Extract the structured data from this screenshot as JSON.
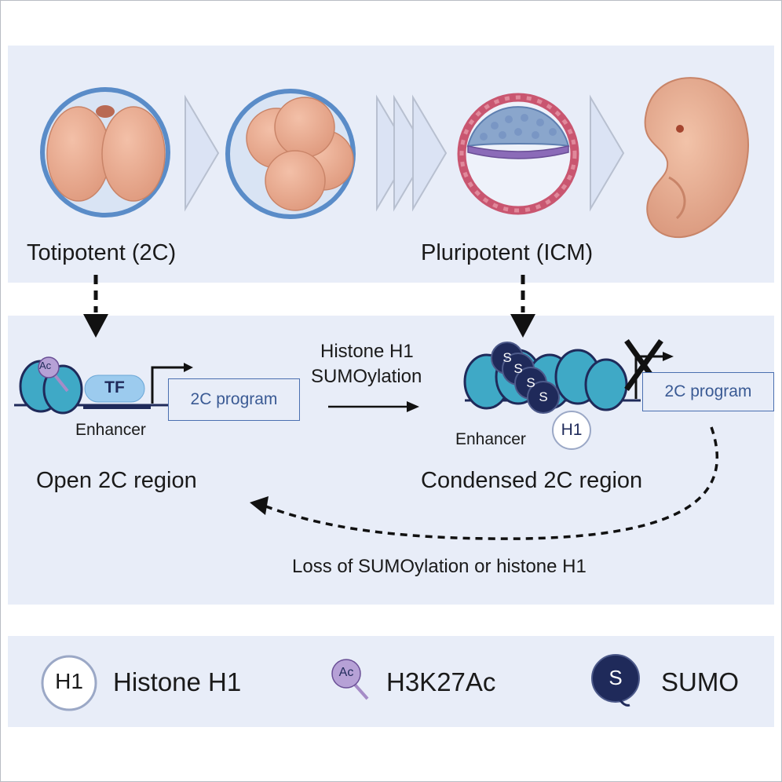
{
  "stages": {
    "totipotent_label": "Totipotent (2C)",
    "pluripotent_label": "Pluripotent (ICM)"
  },
  "left_region": {
    "tf_label": "TF",
    "enhancer_label": "Enhancer",
    "program_label": "2C program",
    "ac_label": "Ac",
    "region_title": "Open 2C region"
  },
  "transition": {
    "line1": "Histone H1",
    "line2": "SUMOylation"
  },
  "right_region": {
    "sumo_label": "S",
    "h1_label": "H1",
    "enhancer_label": "Enhancer",
    "program_label": "2C program",
    "region_title": "Condensed 2C region"
  },
  "reversal_label": "Loss of SUMOylation or histone H1",
  "legend": {
    "h1_symbol": "H1",
    "h1_name": "Histone H1",
    "ac_symbol": "Ac",
    "ac_name": "H3K27Ac",
    "sumo_symbol": "S",
    "sumo_name": "SUMO"
  },
  "colors": {
    "panel": "#e8edf8",
    "embryo": "#e9a98f",
    "nucleosome": "#3fa9c6",
    "sumo": "#1f2a5a",
    "acetyl": "#a58cc7",
    "program_box": "#4a6fb0"
  }
}
